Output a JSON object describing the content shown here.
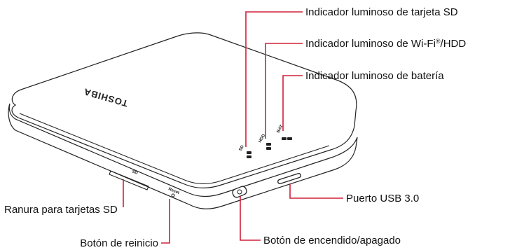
{
  "callouts": {
    "sd_card_light": "Indicador luminoso de tarjeta SD",
    "wifi_hdd_light_prefix": "Indicador luminoso de Wi-Fi",
    "wifi_hdd_light_sup": "®",
    "wifi_hdd_light_suffix": "/HDD",
    "battery_light": "Indicador luminoso de batería",
    "usb_port": "Puerto USB 3.0",
    "sd_slot": "Ranura para tarjetas SD",
    "reset_button": "Botón de reinicio",
    "power_button": "Botón de encendido/apagado"
  },
  "device": {
    "brand": "TOSHIBA",
    "reset_mark": "Reset",
    "led_labels": [
      "SD",
      "HDD",
      "BAT"
    ]
  },
  "colors": {
    "leader_line": "#d1203a",
    "device_outline": "#222222"
  }
}
